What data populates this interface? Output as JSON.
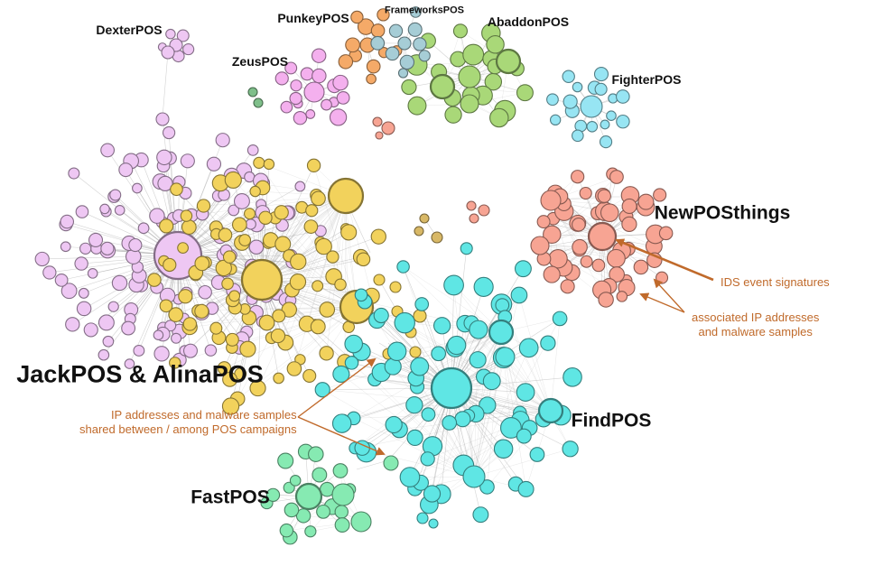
{
  "colors": {
    "JackPOS": "#eec7f3",
    "AlinaPOS": "#f2d25c",
    "FindPOS": "#5fe6e4",
    "FastPOS": "#86eab2",
    "NewPOSthings": "#f7a493",
    "AbaddonPOS": "#a9d878",
    "FighterPOS": "#97e5f3",
    "ZeusPOS": "#f4b0ee",
    "PunkeyPOS": "#f5aa68",
    "FrameworksPOS": "#a6cdd6",
    "DexterPOS": "#eec7f3",
    "annotation": "#c06a2b",
    "edge": "#a8a8a8"
  },
  "labels": {
    "dexter": "DexterPOS",
    "punkey": "PunkeyPOS",
    "frameworks": "FrameworksPOS",
    "abaddon": "AbaddonPOS",
    "zeus": "ZeusPOS",
    "fighter": "FighterPOS",
    "newpos": "NewPOSthings",
    "jackalina": "JackPOS & AlinaPOS",
    "findpos": "FindPOS",
    "fastpos": "FastPOS"
  },
  "annotations": {
    "ids": "IDS event signatures",
    "assoc_line1": "associated IP addresses",
    "assoc_line2": "and malware samples",
    "shared_line1": "IP addresses and malware samples",
    "shared_line2": "shared between / among POS campaigns"
  }
}
